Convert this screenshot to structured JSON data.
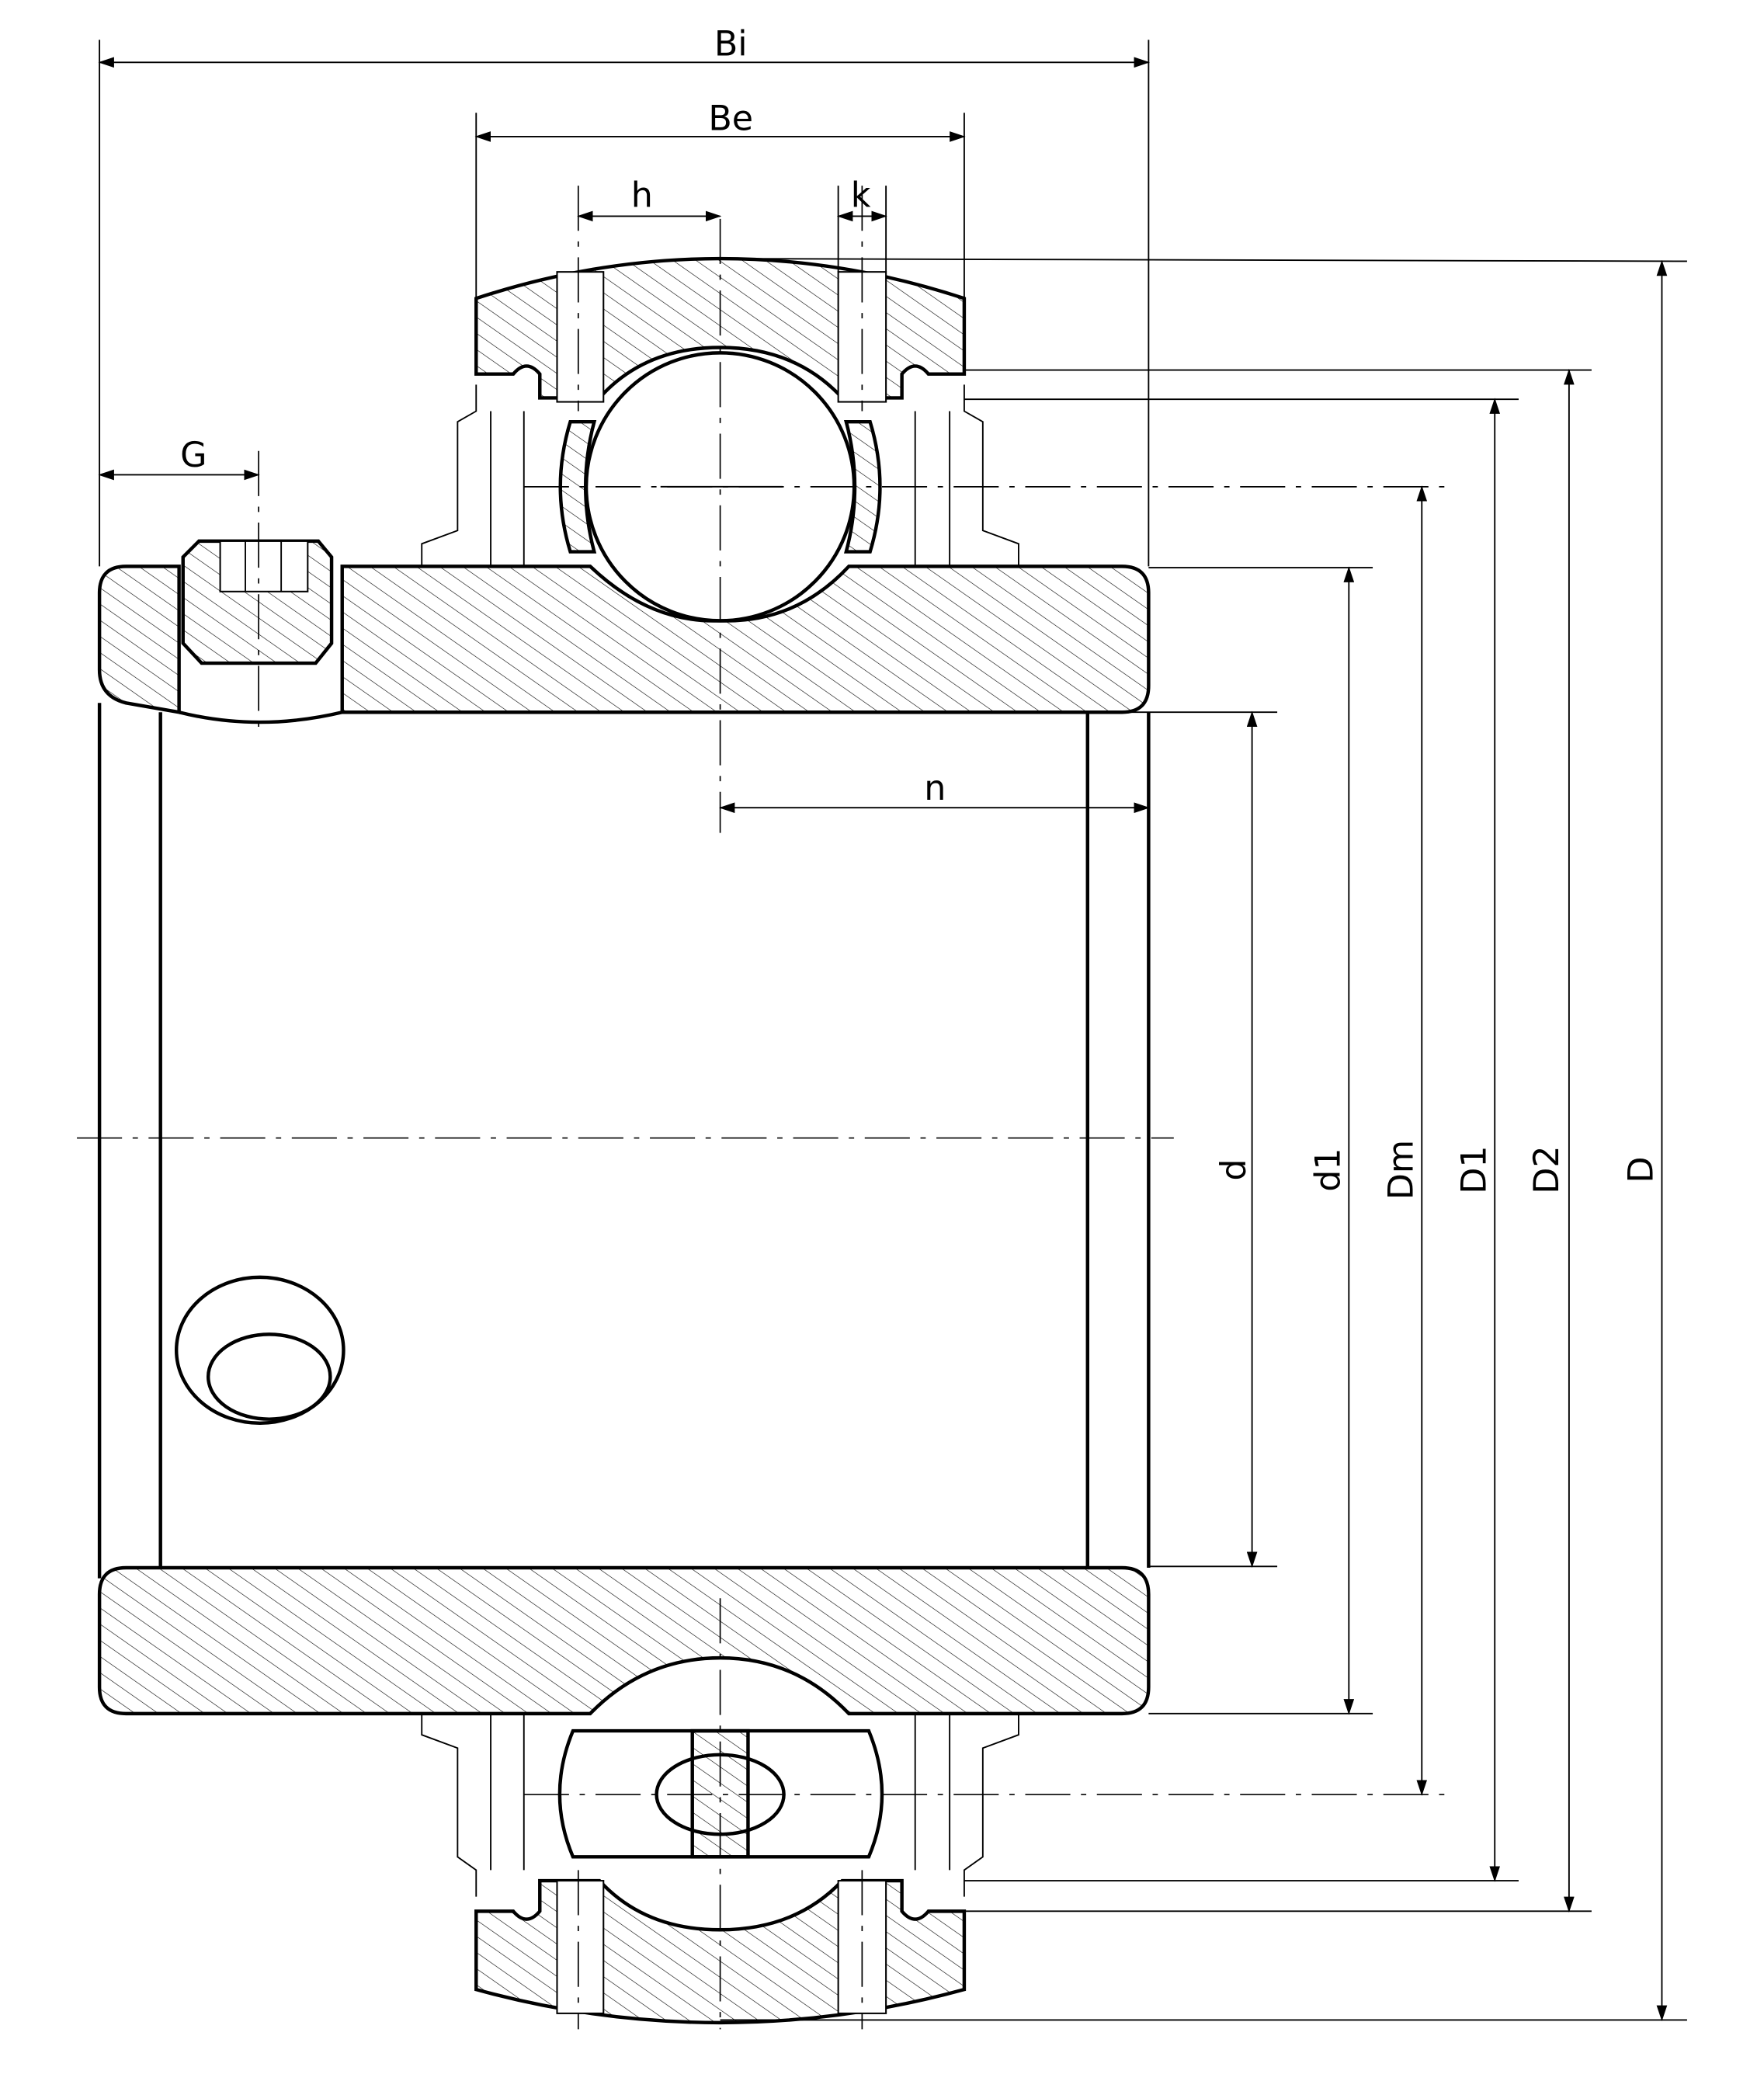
{
  "drawing": {
    "title": "Insert bearing with set screw - dimension drawing",
    "dimension_labels": {
      "Bi": "Bi",
      "Be": "Be",
      "h": "h",
      "k": "k",
      "G": "G",
      "n": "n",
      "d": "d",
      "d1": "d1",
      "Dm": "Dm",
      "D1": "D1",
      "D2": "D2",
      "D": "D"
    }
  }
}
